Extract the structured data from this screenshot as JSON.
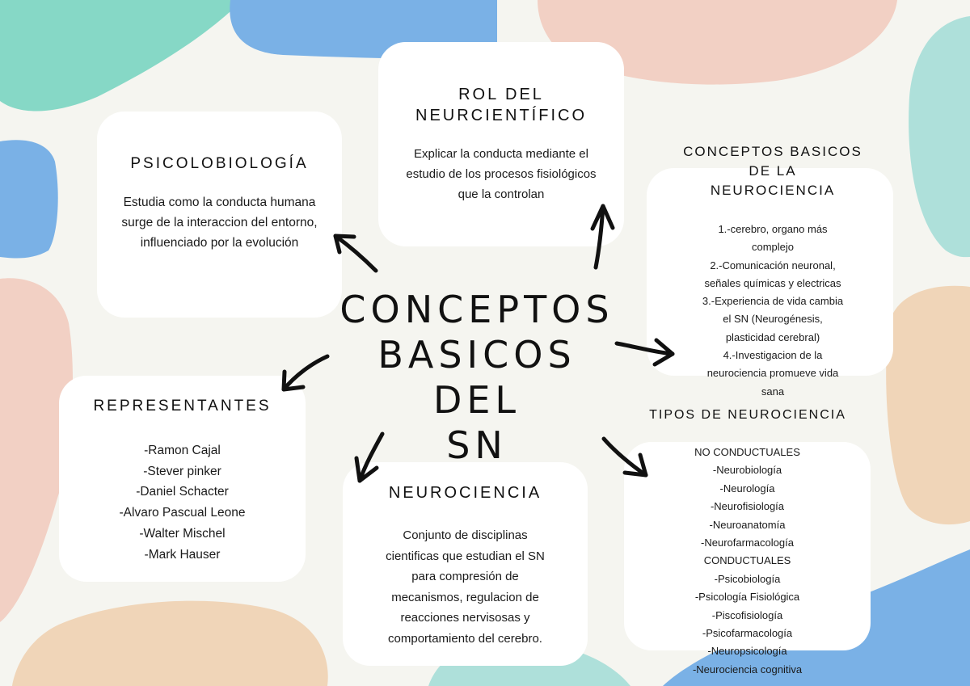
{
  "diagram": {
    "type": "mind-map",
    "center": {
      "line1": "CONCEPTOS",
      "line2": "BASICOS DEL",
      "line3": "SN"
    },
    "colors": {
      "background": "#f5f5f0",
      "card": "#ffffff",
      "text": "#111111",
      "blob_teal": "#86d8c6",
      "blob_blue": "#7ab1e6",
      "blob_pink": "#f2d0c4",
      "blob_peach": "#f0d5b8",
      "blob_mint": "#aee0da"
    },
    "nodes": {
      "psicolobiologia": {
        "title": "PSICOLOBIOLOGÍA",
        "body": "Estudia como la conducta humana surge de la interaccion del entorno, influenciado por la evolución"
      },
      "rol": {
        "title_line1": "ROL DEL",
        "title_line2": "NEURCIENTÍFICO",
        "body": "Explicar la conducta mediante el estudio de los procesos fisiológicos que la controlan"
      },
      "conceptos_neuro": {
        "title_line1": "CONCEPTOS BASICOS",
        "title_line2": "DE LA",
        "title_line3": "NEUROCIENCIA",
        "items": [
          "1.-cerebro, organo más",
          "complejo",
          "2.-Comunicación neuronal,",
          "señales químicas y electricas",
          "3.-Experiencia de vida cambia",
          "el SN (Neurogénesis,",
          "plasticidad cerebral)",
          "4.-Investigacion de la",
          "neurociencia promueve vida",
          "sana"
        ]
      },
      "representantes": {
        "title": "REPRESENTANTES",
        "items": [
          "-Ramon Cajal",
          "-Stever pinker",
          "-Daniel Schacter",
          "-Alvaro Pascual Leone",
          "-Walter Mischel",
          "-Mark Hauser"
        ]
      },
      "neurociencia": {
        "title": "NEUROCIENCIA",
        "body_lines": [
          "Conjunto de disciplinas",
          "cientificas que estudian el SN",
          "para compresión de",
          "mecanismos, regulacion de",
          "reacciones nervisosas y",
          "comportamiento del cerebro."
        ]
      },
      "tipos": {
        "title": "TIPOS DE NEUROCIENCIA",
        "items": [
          "NO CONDUCTUALES",
          "-Neurobiología",
          "-Neurología",
          "-Neurofisiología",
          "-Neuroanatomía",
          "-Neurofarmacología",
          "CONDUCTUALES",
          "-Psicobiología",
          "-Psicología Fisiológica",
          "-Piscofisiología",
          "-Psicofarmacología",
          "-Neuropsicología",
          "-Neurociencia cognitiva"
        ]
      }
    },
    "edges": [
      {
        "from": "center",
        "to": "psicolobiologia"
      },
      {
        "from": "center",
        "to": "rol"
      },
      {
        "from": "center",
        "to": "conceptos_neuro"
      },
      {
        "from": "center",
        "to": "representantes"
      },
      {
        "from": "center",
        "to": "neurociencia"
      },
      {
        "from": "center",
        "to": "tipos"
      }
    ]
  }
}
